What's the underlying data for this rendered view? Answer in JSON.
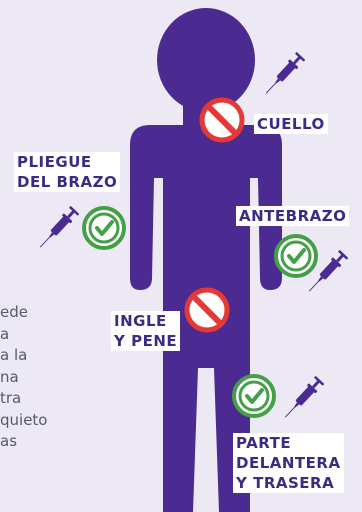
{
  "colors": {
    "background": "#ece8f4",
    "body": "#4b2a92",
    "label_text": "#3d2a83",
    "allowed": "#43a047",
    "forbidden": "#e53935",
    "syringe": "#4b2a92"
  },
  "labels": {
    "neck": "CUELLO",
    "elbow_line1": "PLIEGUE",
    "elbow_line2": "DEL BRAZO",
    "forearm": "ANTEBRAZO",
    "groin_line1": "INGLE",
    "groin_line2": "Y PENE",
    "legs_line1": "PARTE",
    "legs_line2": "DELANTERA",
    "legs_line3": "Y TRASERA"
  },
  "side_text_lines": [
    "ede",
    "a",
    "a la",
    "na",
    "tra",
    "quieto",
    "",
    "as"
  ],
  "markers": {
    "neck": "prohibited-icon",
    "elbow": "check-icon",
    "forearm": "check-icon",
    "groin": "prohibited-icon",
    "legs": "check-icon"
  }
}
